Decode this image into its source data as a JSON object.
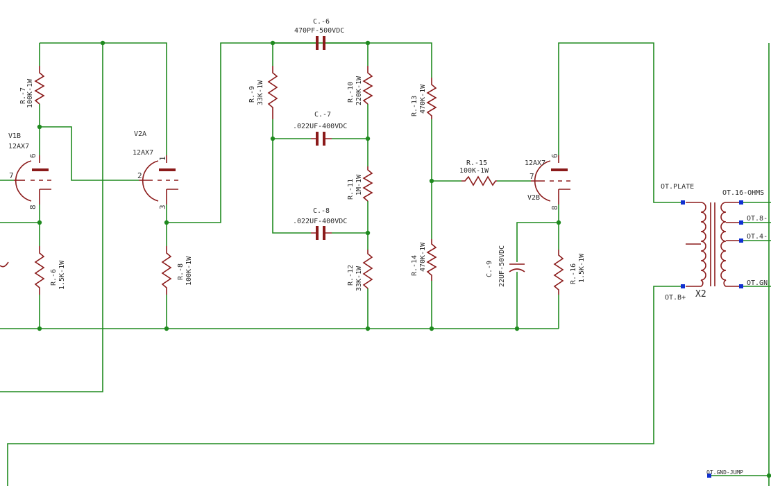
{
  "components": {
    "r7": {
      "name": "R.-7",
      "value": "100K-1W"
    },
    "r6": {
      "name": "R.-6",
      "value": "1.5K-1W"
    },
    "r8": {
      "name": "R.-8",
      "value": "100K-1W"
    },
    "r9": {
      "name": "R.-9",
      "value": "33K-1W"
    },
    "r10": {
      "name": "R.-10",
      "value": "220K-1W"
    },
    "r11": {
      "name": "R.-11",
      "value": "1M-1W"
    },
    "r12": {
      "name": "R.-12",
      "value": "33K-1W"
    },
    "r13": {
      "name": "R.-13",
      "value": "470K-1W"
    },
    "r14": {
      "name": "R.-14",
      "value": "470K-1W"
    },
    "r15": {
      "name": "R.-15",
      "value": "100K-1W"
    },
    "r16": {
      "name": "R.-16",
      "value": "1.5K-1W"
    },
    "c6": {
      "name": "C.-6",
      "value": "470PF-500VDC"
    },
    "c7": {
      "name": "C.-7",
      "value": ".022UF-400VDC"
    },
    "c8": {
      "name": "C.-8",
      "value": ".022UF-400VDC"
    },
    "c9": {
      "name": "C.-9",
      "value": "22UF-50VDC"
    },
    "v1b": {
      "name": "V1B",
      "type": "12AX7",
      "pins": [
        "6",
        "7",
        "8"
      ]
    },
    "v2a": {
      "name": "V2A",
      "type": "12AX7",
      "pins": [
        "1",
        "2",
        "3"
      ]
    },
    "v2b": {
      "name": "V2B",
      "type": "12AX7",
      "pins": [
        "6",
        "7",
        "8"
      ]
    },
    "x2": {
      "name": "X2"
    }
  },
  "transformer_labels": {
    "plate": "OT.PLATE",
    "b_plus": "OT.B+",
    "ohm16": "OT.16-OHMS",
    "ohm8": "OT.8-",
    "ohm4": "OT.4-",
    "gnd": "OT.GN",
    "gnd_jump": "OT.GND-JUMP"
  },
  "colors": {
    "wire": "#1f8a1f",
    "part": "#8b1a1a",
    "pin": "#1030d0"
  }
}
